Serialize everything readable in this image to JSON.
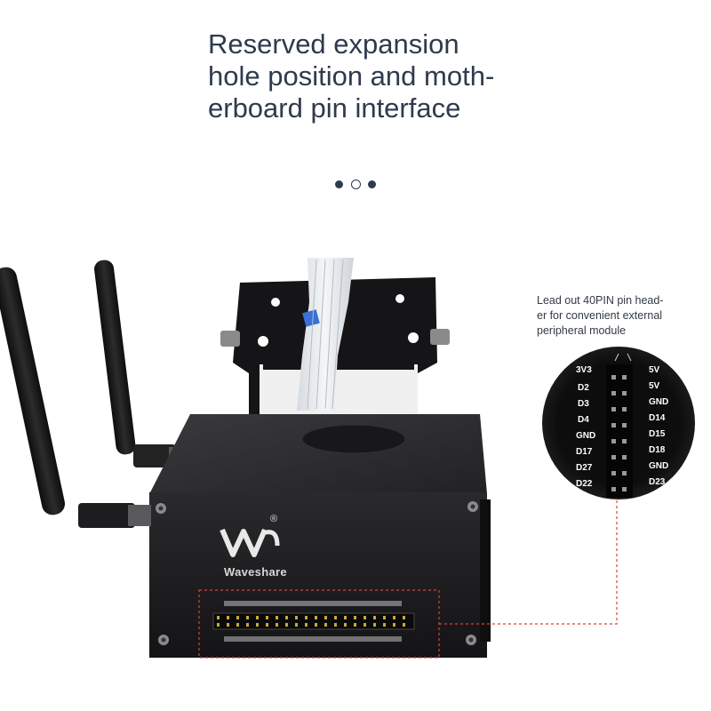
{
  "headline": {
    "lines": [
      "Reserved expansion",
      "hole position and moth-",
      "erboard pin interface"
    ]
  },
  "carousel": {
    "dot_count": 3,
    "active_index": 1
  },
  "callout": {
    "lines": [
      "Lead out 40PIN pin head-",
      "er for convenient external",
      "peripheral module"
    ]
  },
  "device": {
    "brand_text": "Waveshare",
    "registered_mark": "®"
  },
  "pin_header": {
    "left_labels": [
      "3V3",
      "D2",
      "D3",
      "D4",
      "GND",
      "D17",
      "D27",
      "D22"
    ],
    "right_labels": [
      "5V",
      "5V",
      "GND",
      "D14",
      "D15",
      "D18",
      "GND",
      "D23"
    ]
  },
  "colors": {
    "text": "#2f3a4e",
    "case": "#1c1c1e",
    "callout_line": "#d9423a"
  }
}
